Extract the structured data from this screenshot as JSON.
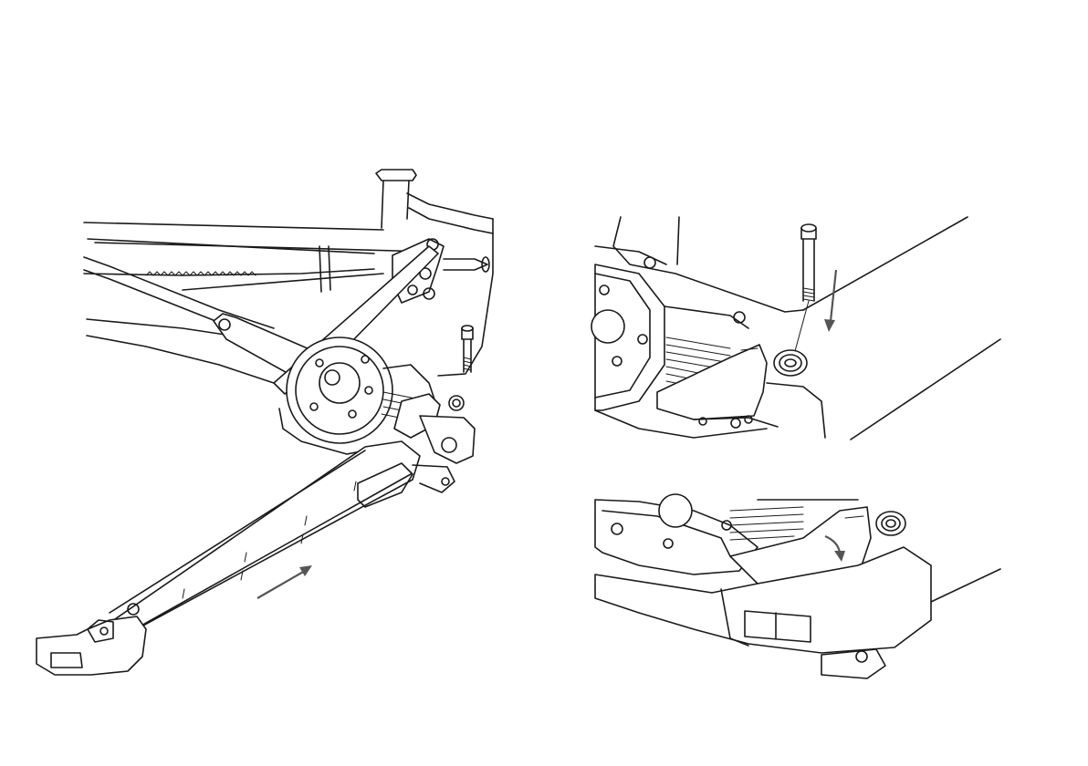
{
  "illustration": {
    "left_panel": {
      "arrow_direction": "up-right",
      "arrow_color": "#555555"
    },
    "right_top_panel": {
      "arrow_direction": "down",
      "arrow_color": "#555555"
    },
    "right_bottom_panel": {
      "arrow_direction": "down-right",
      "arrow_color": "#555555"
    },
    "line_color": "#1a1a1a",
    "background_color": "#ffffff"
  }
}
